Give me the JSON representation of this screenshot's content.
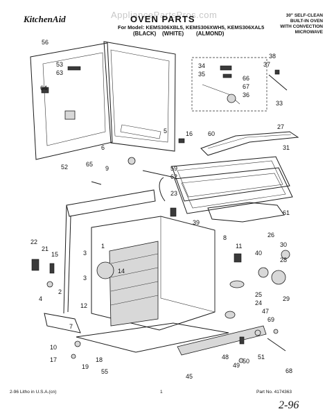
{
  "header": {
    "brand": "KitchenAid",
    "title": "OVEN PARTS",
    "model_line": "For Model: KEMS306XBL5, KEMS306XWH5, KEMS306XAL5",
    "variants": [
      "(BLACK)",
      "(WHITE)",
      "(ALMOND)"
    ],
    "description": [
      "30\" SELF-CLEAN",
      "BUILT-IN OVEN",
      "WITH CONVECTION",
      "MICROWAVE"
    ],
    "watermark": "AppliancePartsPros.com"
  },
  "footer": {
    "left": "2-96 Litho in U.S.A.(cn)",
    "center": "1",
    "right": "Part No. 4174363",
    "handwritten": "2-96"
  },
  "callouts": [
    "56",
    "53",
    "63",
    "64",
    "52",
    "6",
    "65",
    "9",
    "5",
    "16",
    "60",
    "27",
    "31",
    "59",
    "62",
    "23",
    "61",
    "39",
    "26",
    "8",
    "11",
    "40",
    "30",
    "28",
    "25",
    "24",
    "29",
    "47",
    "69",
    "51",
    "68",
    "49",
    "50",
    "48",
    "45",
    "55",
    "18",
    "19",
    "17",
    "10",
    "4",
    "2",
    "3",
    "12",
    "14",
    "15",
    "21",
    "22",
    "7",
    "1",
    "3",
    "38",
    "37",
    "34",
    "35",
    "66",
    "67",
    "36",
    "33"
  ]
}
